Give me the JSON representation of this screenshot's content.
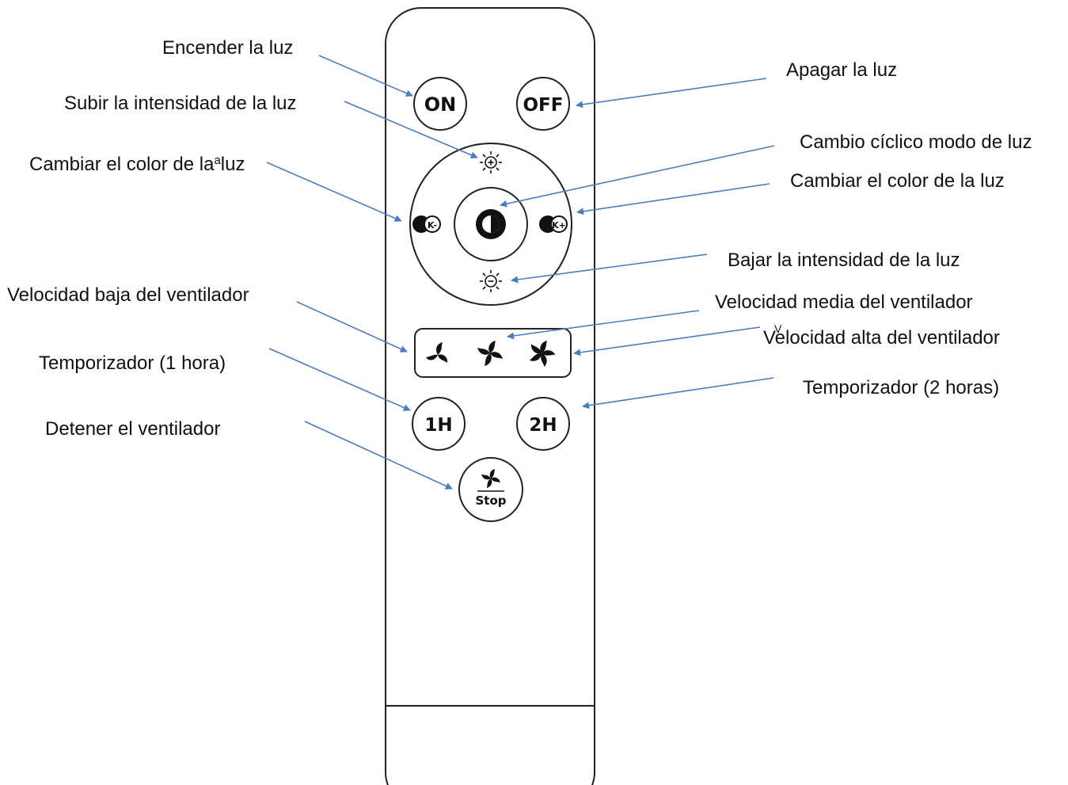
{
  "colors": {
    "arrow": "#4a7dbf",
    "outline": "#222222",
    "text": "#111111"
  },
  "remote": {
    "buttons": {
      "on": "ON",
      "off": "OFF",
      "timer_1h": "1H",
      "timer_2h": "2H",
      "stop": "Stop"
    },
    "icons": [
      "sun-plus-icon",
      "sun-minus-icon",
      "half-moon-icon",
      "k-minus-icon",
      "k-plus-icon",
      "fan-low-icon",
      "fan-medium-icon",
      "fan-high-icon",
      "fan-stop-icon"
    ]
  },
  "labels": {
    "encender": "Encender la luz",
    "subir": "Subir la intensidad de la luz",
    "cambiar_izq": "Cambiar el color de la",
    "cambiar_izq_end": "luz",
    "velocidad_baja": "Velocidad baja del ventilador",
    "temporizador_1": "Temporizador (1 hora)",
    "detener": "Detener el ventilador",
    "apagar": "Apagar la luz",
    "cambio_ciclico": "Cambio cíclico modo de luz",
    "cambiar_der": "Cambiar el color de la luz",
    "bajar": "Bajar la intensidad de la luz",
    "velocidad_media": "Velocidad media del ventilador",
    "velocidad_alta": "Velocidad alta del ventilador",
    "temporizador_2": "Temporizador (2 horas)"
  },
  "stray_marks": {
    "superscript_a": "a",
    "overlap_v": "V"
  }
}
